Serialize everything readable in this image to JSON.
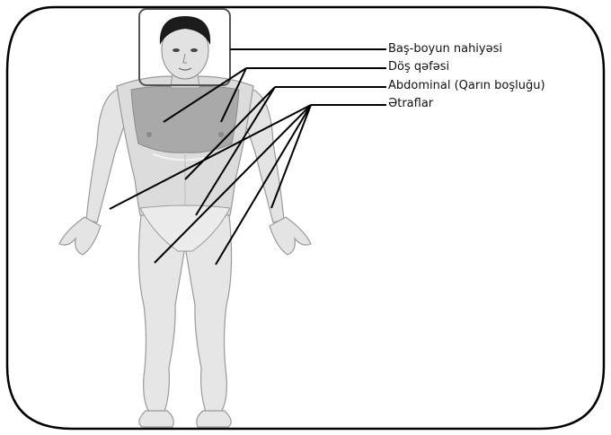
{
  "labels": [
    "Baş-boyun nahiyəsi",
    "Döş qəfəsi",
    "Abdominal (Qarın boşluğu)",
    "Ətraflar"
  ],
  "colors": {
    "frame": "#000000",
    "skin": "#e4e4e4",
    "skin_outline": "#9a9a9a",
    "chest_highlight": "#a9a9a9",
    "hair": "#1b1b1b",
    "leader": "#000000"
  }
}
